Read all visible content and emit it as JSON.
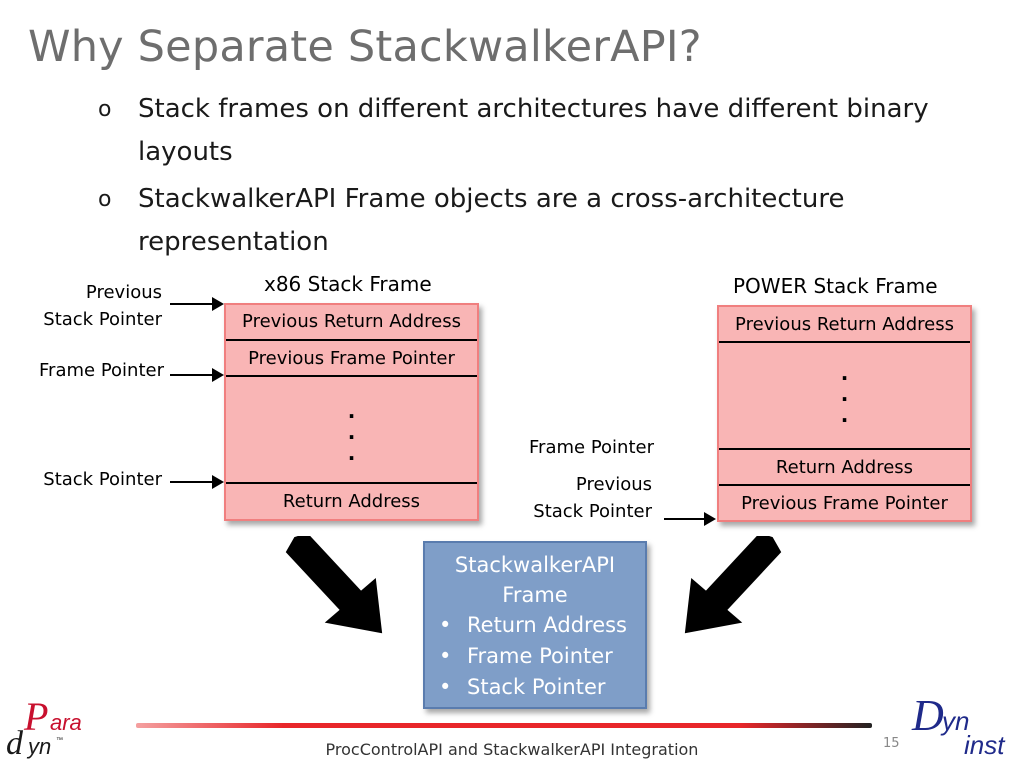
{
  "slide": {
    "title": "Why Separate StackwalkerAPI?",
    "bullets": [
      {
        "marker": "o",
        "text": "Stack frames on different architectures have different binary layouts"
      },
      {
        "marker": "o",
        "text": "StackwalkerAPI Frame objects are a cross-architecture representation"
      }
    ],
    "page_number": "15",
    "footer": "ProcControlAPI and StackwalkerAPI Integration"
  },
  "x86": {
    "title": "x86 Stack Frame",
    "cells": {
      "prev_return": "Previous Return Address",
      "prev_frame_ptr": "Previous Frame Pointer",
      "dots": ".\n.\n.",
      "return_addr": "Return Address"
    },
    "labels": {
      "prev_stack_ptr_1": "Previous",
      "prev_stack_ptr_2": "Stack Pointer",
      "frame_ptr": "Frame Pointer",
      "stack_ptr": "Stack Pointer"
    }
  },
  "power": {
    "title": "POWER Stack Frame",
    "cells": {
      "prev_return": "Previous Return Address",
      "dots": ".\n.\n.",
      "return_addr": "Return Address",
      "prev_frame_ptr": "Previous Frame Pointer"
    },
    "labels": {
      "frame_ptr": "Frame Pointer",
      "prev_stack_ptr_1": "Previous",
      "prev_stack_ptr_2": "Stack Pointer"
    }
  },
  "api_frame": {
    "title_line1": "StackwalkerAPI",
    "title_line2": "Frame",
    "bullet_char": "•",
    "items": [
      "Return Address",
      "Frame Pointer",
      "Stack Pointer"
    ]
  },
  "logos": {
    "paradyn": {
      "p": "P",
      "ara": "ara",
      "d": "d",
      "yn": "yn",
      "tm": "™"
    },
    "dyninst": {
      "d": "D",
      "yn": "yn",
      "inst": "inst"
    }
  },
  "colors": {
    "title": "#6e6e6e",
    "stack_fill": "#f9b5b5",
    "stack_border": "#f07f7f",
    "api_fill": "#7f9ec8",
    "logo_red": "#c8102e",
    "logo_blue": "#1f2a8a"
  }
}
